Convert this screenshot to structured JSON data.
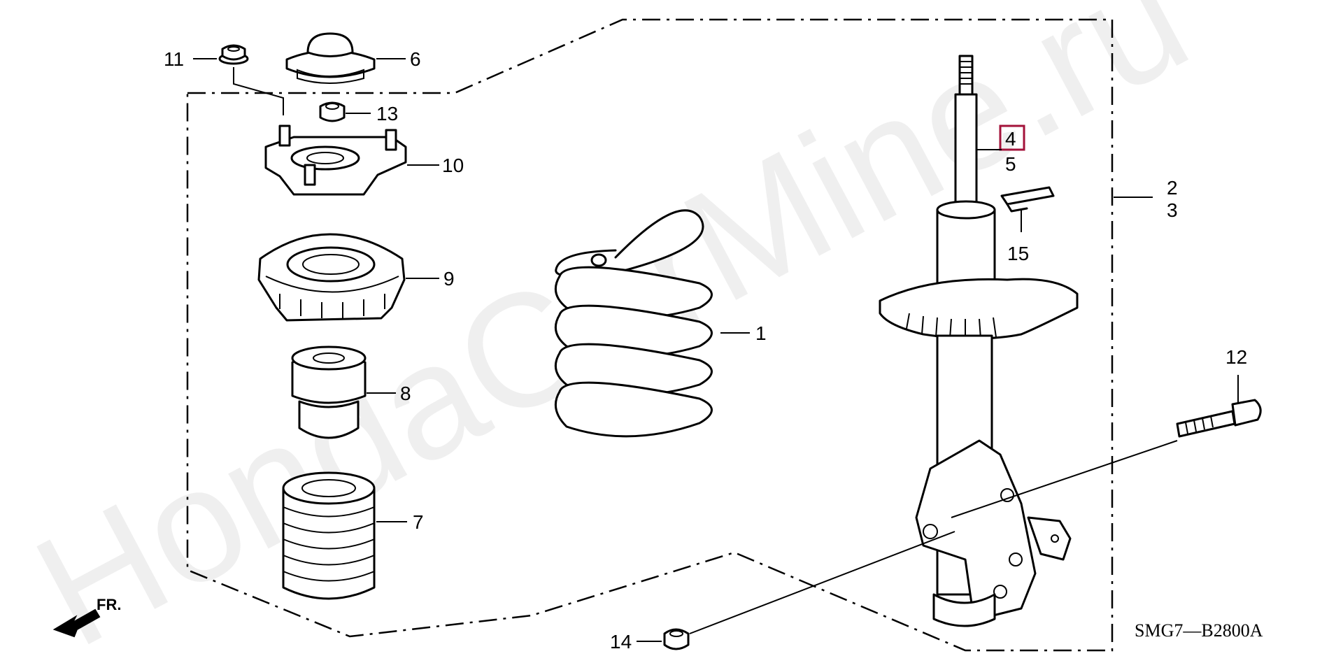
{
  "watermark": "HondaCarMine.ru",
  "direction": "FR.",
  "diagram_code": "SMG7—B2800A",
  "callouts": {
    "c1": "1",
    "c2": "2",
    "c3": "3",
    "c4": "4",
    "c5": "5",
    "c6": "6",
    "c7": "7",
    "c8": "8",
    "c9": "9",
    "c10": "10",
    "c11": "11",
    "c12": "12",
    "c13": "13",
    "c14": "14",
    "c15": "15"
  },
  "highlighted_callout": "4",
  "colors": {
    "line": "#000000",
    "highlight": "#a3123a",
    "background": "#ffffff"
  }
}
